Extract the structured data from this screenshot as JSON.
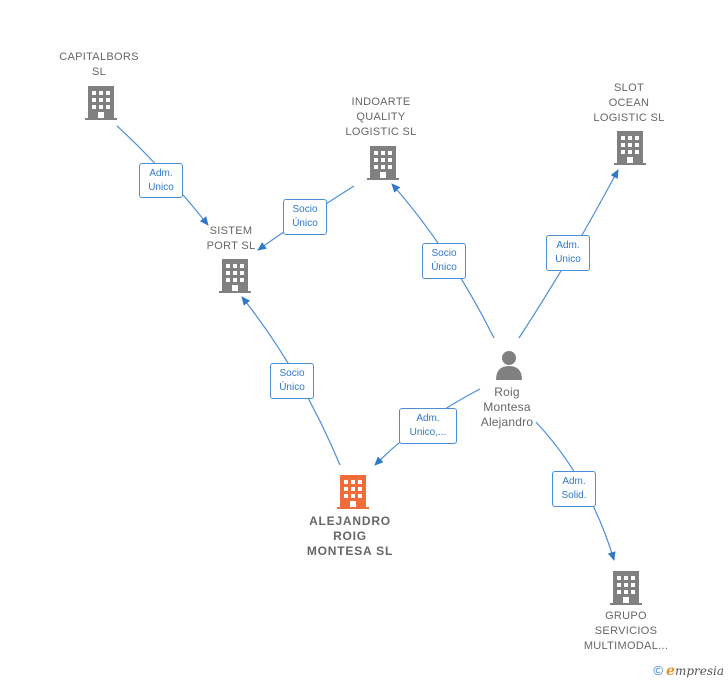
{
  "nodes": {
    "capitalbors": {
      "label": "CAPITALBORS\nSL"
    },
    "indoarte": {
      "label": "INDOARTE\nQUALITY\nLOGISTIC  SL"
    },
    "slot_ocean": {
      "label": "SLOT\nOCEAN\nLOGISTIC  SL"
    },
    "sistem_port": {
      "label": "SISTEM\nPORT SL"
    },
    "person": {
      "label": "Roig\nMontesa\nAlejandro"
    },
    "alejandro_roig": {
      "label": "ALEJANDRO\nROIG\nMONTESA  SL"
    },
    "grupo_servicios": {
      "label": "GRUPO\nSERVICIOS\nMULTIMODAL..."
    }
  },
  "edges": {
    "capitalbors_sistem": "Adm.\nUnico",
    "indoarte_sistem": "Socio\nÚnico",
    "person_indoarte": "Socio\nÚnico",
    "person_slot": "Adm.\nUnico",
    "alejandro_sistem": "Socio\nÚnico",
    "person_alejandro": "Adm.\nUnico,...",
    "person_grupo": "Adm.\nSolid."
  },
  "colors": {
    "company": "#808080",
    "main_company": "#f26b3a",
    "edge": "#4a8fd6"
  },
  "footer": {
    "copyright": "©",
    "brand_first": "e",
    "brand_rest": "mpresia"
  }
}
